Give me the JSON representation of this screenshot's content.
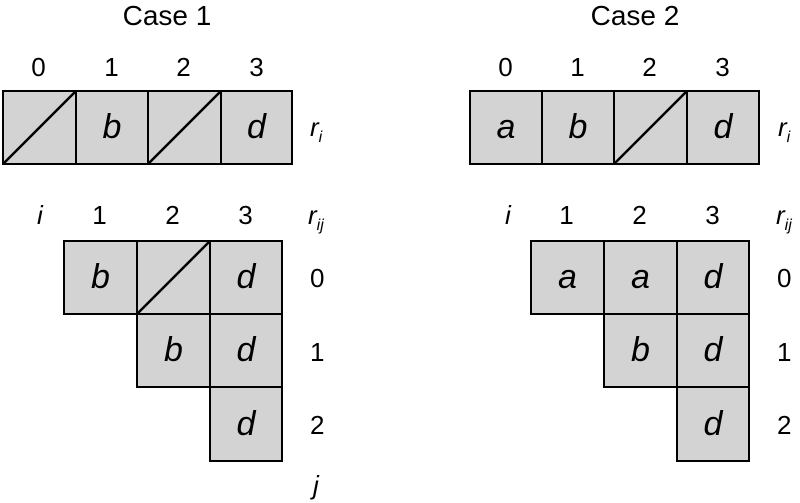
{
  "case1": {
    "title": "Case 1",
    "col_indices": [
      "0",
      "1",
      "2",
      "3"
    ],
    "r_i_cells": [
      "",
      "b",
      "",
      "d"
    ],
    "r_i_label": {
      "main": "r",
      "sub": "i"
    },
    "i_label": "i",
    "lower_col_indices": [
      "1",
      "2",
      "3"
    ],
    "r_ij_label": {
      "main": "r",
      "sub": "ij"
    },
    "rows": [
      {
        "j": "0",
        "cells": [
          "b",
          "",
          "d"
        ]
      },
      {
        "j": "1",
        "cells": [
          "b",
          "d"
        ]
      },
      {
        "j": "2",
        "cells": [
          "d"
        ]
      }
    ],
    "j_label": "j"
  },
  "case2": {
    "title": "Case 2",
    "col_indices": [
      "0",
      "1",
      "2",
      "3"
    ],
    "r_i_cells": [
      "a",
      "b",
      "",
      "d"
    ],
    "r_i_label": {
      "main": "r",
      "sub": "i"
    },
    "i_label": "i",
    "lower_col_indices": [
      "1",
      "2",
      "3"
    ],
    "r_ij_label": {
      "main": "r",
      "sub": "ij"
    },
    "rows": [
      {
        "j": "0",
        "cells": [
          "a",
          "a",
          "d"
        ]
      },
      {
        "j": "1",
        "cells": [
          "b",
          "d"
        ]
      },
      {
        "j": "2",
        "cells": [
          "d"
        ]
      }
    ]
  },
  "empty_cell_marker": "diagonal-slash",
  "colors": {
    "cell_fill": "#d3d3d3",
    "border": "#000000"
  }
}
